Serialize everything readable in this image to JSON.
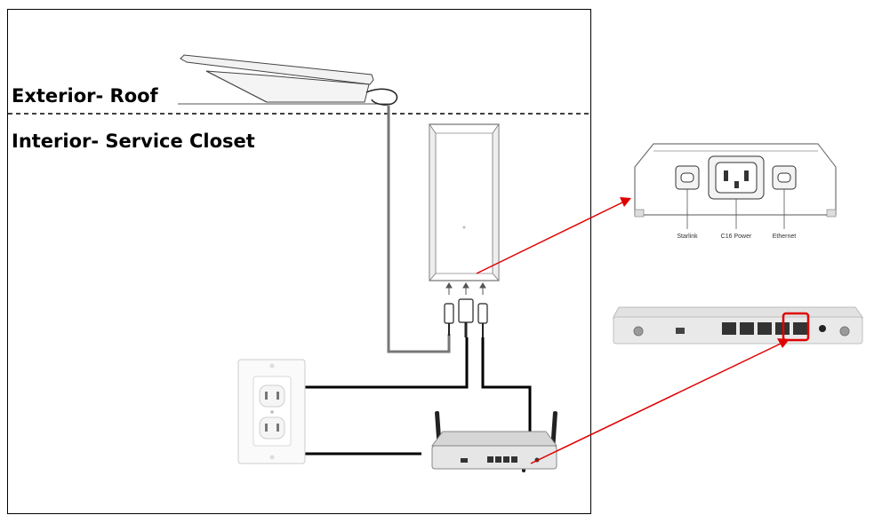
{
  "zones": {
    "exterior": "Exterior- Roof",
    "interior": "Interior- Service Closet"
  },
  "router_detail": {
    "port_labels": [
      "Starlink",
      "C16 Power",
      "Ethernet"
    ]
  },
  "colors": {
    "frame": "#000000",
    "cable": "#000000",
    "dish_cable": "#666666",
    "callout_arrow": "#e00000",
    "device_body": "#f7f7f7",
    "device_outline": "#555555"
  },
  "icons": [
    "starlink-dish-icon",
    "starlink-router-icon",
    "power-outlet-icon",
    "firewall-router-icon",
    "router-back-panel-icon",
    "firewall-back-panel-photo"
  ]
}
